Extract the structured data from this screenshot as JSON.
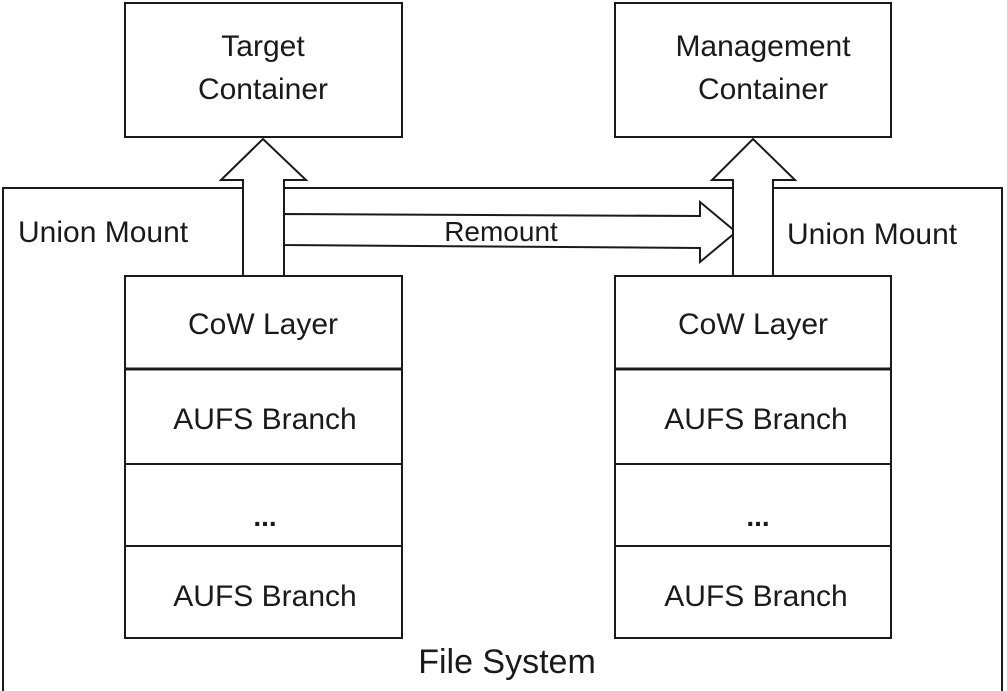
{
  "file_system": {
    "label": "File System"
  },
  "left_stack": {
    "container": {
      "line1": "Target",
      "line2": "Container"
    },
    "union_mount_label": "Union Mount",
    "layers": [
      {
        "label": "CoW Layer"
      },
      {
        "label": "AUFS Branch"
      },
      {
        "label": "..."
      },
      {
        "label": "AUFS Branch"
      }
    ]
  },
  "right_stack": {
    "container": {
      "line1": "Management",
      "line2": "Container"
    },
    "union_mount_label": "Union Mount",
    "layers": [
      {
        "label": "CoW Layer"
      },
      {
        "label": "AUFS Branch"
      },
      {
        "label": "..."
      },
      {
        "label": "AUFS Branch"
      }
    ]
  },
  "remount": {
    "label": "Remount"
  }
}
